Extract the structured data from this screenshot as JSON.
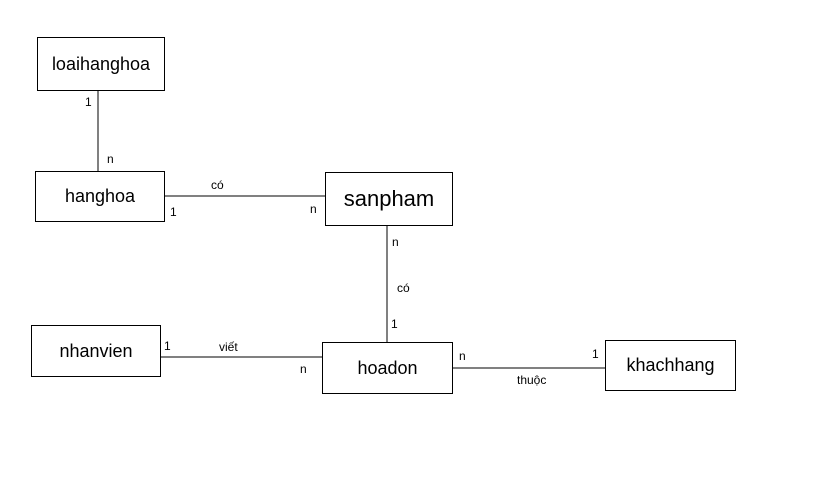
{
  "entities": {
    "loaihanghoa": "loaihanghoa",
    "hanghoa": "hanghoa",
    "sanpham": "sanpham",
    "nhanvien": "nhanvien",
    "hoadon": "hoadon",
    "khachhang": "khachhang"
  },
  "relations": {
    "loaihanghoa_hanghoa": {
      "card_top": "1",
      "card_bottom": "n"
    },
    "hanghoa_sanpham": {
      "name": "có",
      "card_left": "1",
      "card_right": "n"
    },
    "sanpham_hoadon": {
      "name": "có",
      "card_top": "n",
      "card_bottom": "1"
    },
    "nhanvien_hoadon": {
      "name": "viết",
      "card_left": "1",
      "card_right": "n"
    },
    "hoadon_khachhang": {
      "name": "thuộc",
      "card_left": "n",
      "card_right": "1"
    }
  }
}
